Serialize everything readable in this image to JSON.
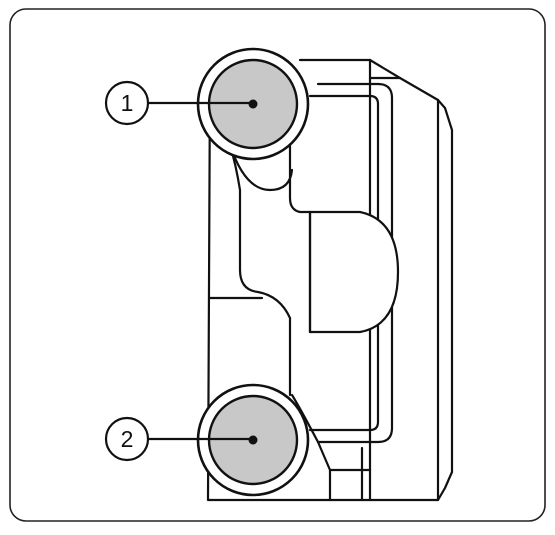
{
  "callouts": [
    {
      "label": "1"
    },
    {
      "label": "2"
    }
  ],
  "colors": {
    "line": "#111111",
    "knob_fill": "#c8c8c8",
    "background": "#ffffff",
    "border": "#222222"
  },
  "icons": {
    "knob": "round-knob",
    "device": "device-side-view"
  }
}
